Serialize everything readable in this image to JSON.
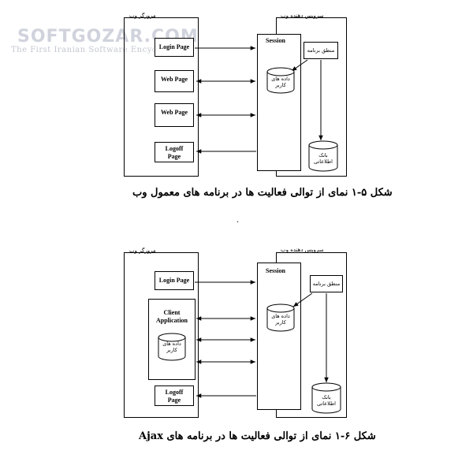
{
  "watermark": {
    "logo_text": "SOFTGOZAR.COM",
    "tagline": "The First Iranian Software Encyclopedia"
  },
  "diagram1": {
    "browser_label": "مرورگر وب",
    "server_label": "سرویس دهنده وب",
    "login_page": "Login Page",
    "web_page_1": "Web Page",
    "web_page_2": "Web Page",
    "logoff_page": "Logoff Page",
    "session": "Session",
    "app_logic": "منطق برنامه",
    "user_data": "داده های کاربر",
    "database": "بانک اطلاعاتی",
    "caption": "شکل ۵-۱ نمای از توالی فعالیت ها در برنامه های معمول وب"
  },
  "separator_dot": ".",
  "diagram2": {
    "browser_label": "مرورگر وب",
    "server_label": "سرویس دهنده وب",
    "login_page": "Login Page",
    "client_app": "Client Application",
    "client_user_data": "داده های کاربر",
    "logoff_page": "Logoff Page",
    "session": "Session",
    "app_logic": "منطق برنامه",
    "user_data": "داده های کاربر",
    "database": "بانک اطلاعاتی",
    "caption": "شکل ۶-۱ نمای از توالی فعالیت ها در برنامه های Ajax"
  }
}
